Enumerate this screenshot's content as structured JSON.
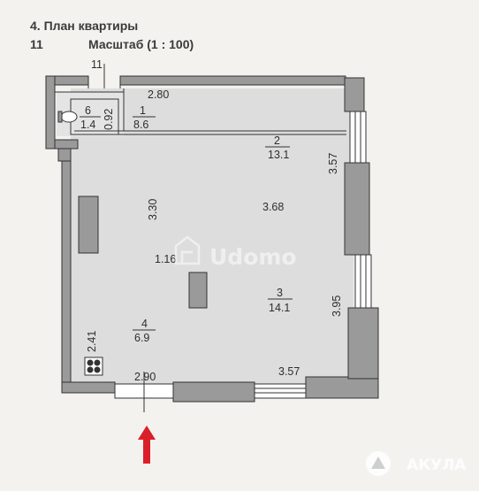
{
  "header": {
    "title": "4. План квартиры",
    "apt_number": "11",
    "scale": "Масштаб (1 : 100)"
  },
  "plan": {
    "corridor_number": "11",
    "rooms": [
      {
        "number": "1",
        "area": "8.6"
      },
      {
        "number": "2",
        "area": "13.1"
      },
      {
        "number": "3",
        "area": "14.1"
      },
      {
        "number": "4",
        "area": "6.9"
      },
      {
        "number": "6",
        "area": "1.4"
      }
    ],
    "dimensions": {
      "top": "2.80",
      "bath_width": "0.92",
      "right_upper": "3.57",
      "left_main": "3.30",
      "center": "3.68",
      "inner": "1.16",
      "right_lower": "3.95",
      "left_lower": "2.41",
      "bottom_left": "2.90",
      "bottom_right": "3.57"
    }
  },
  "watermarks": {
    "udomo": "Udomo",
    "akula": "АКУЛА"
  },
  "colors": {
    "wall": "#9a9a9a",
    "wall_stroke": "#333333",
    "floor": "#dcdcdc",
    "arrow": "#d9202a"
  },
  "icons": [
    "entrance-arrow-icon",
    "toilet-icon",
    "stove-icon",
    "udomo-logo-icon",
    "akula-logo-icon"
  ]
}
